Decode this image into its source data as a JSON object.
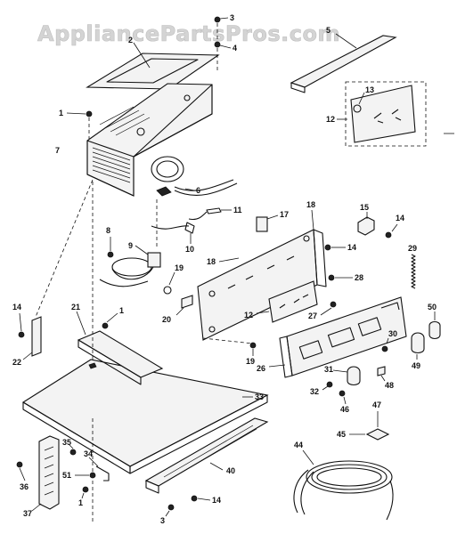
{
  "watermark": "AppliancePartsPros.com",
  "callouts": [
    {
      "id": "c-3a",
      "text": "3"
    },
    {
      "id": "c-4",
      "text": "4"
    },
    {
      "id": "c-5",
      "text": "5"
    },
    {
      "id": "c-2",
      "text": "2"
    },
    {
      "id": "c-1a",
      "text": "1"
    },
    {
      "id": "c-7",
      "text": "7"
    },
    {
      "id": "c-13",
      "text": "13"
    },
    {
      "id": "c-12a",
      "text": "12"
    },
    {
      "id": "c-6",
      "text": "6"
    },
    {
      "id": "c-11",
      "text": "11"
    },
    {
      "id": "c-17",
      "text": "17"
    },
    {
      "id": "c-15",
      "text": "15"
    },
    {
      "id": "c-14a",
      "text": "14"
    },
    {
      "id": "c-18a",
      "text": "18"
    },
    {
      "id": "c-14b",
      "text": "14"
    },
    {
      "id": "c-8",
      "text": "8"
    },
    {
      "id": "c-10",
      "text": "10"
    },
    {
      "id": "c-9",
      "text": "9"
    },
    {
      "id": "c-18b",
      "text": "18"
    },
    {
      "id": "c-29",
      "text": "29"
    },
    {
      "id": "c-19a",
      "text": "19"
    },
    {
      "id": "c-28",
      "text": "28"
    },
    {
      "id": "c-14c",
      "text": "14"
    },
    {
      "id": "c-1b",
      "text": "1"
    },
    {
      "id": "c-21",
      "text": "21"
    },
    {
      "id": "c-20",
      "text": "20"
    },
    {
      "id": "c-12b",
      "text": "12"
    },
    {
      "id": "c-27",
      "text": "27"
    },
    {
      "id": "c-50",
      "text": "50"
    },
    {
      "id": "c-30",
      "text": "30"
    },
    {
      "id": "c-19b",
      "text": "19"
    },
    {
      "id": "c-22",
      "text": "22"
    },
    {
      "id": "c-26",
      "text": "26"
    },
    {
      "id": "c-49",
      "text": "49"
    },
    {
      "id": "c-31",
      "text": "31"
    },
    {
      "id": "c-48",
      "text": "48"
    },
    {
      "id": "c-32",
      "text": "32"
    },
    {
      "id": "c-46",
      "text": "46"
    },
    {
      "id": "c-33",
      "text": "33"
    },
    {
      "id": "c-47",
      "text": "47"
    },
    {
      "id": "c-45",
      "text": "45"
    },
    {
      "id": "c-44",
      "text": "44"
    },
    {
      "id": "c-35",
      "text": "35"
    },
    {
      "id": "c-34",
      "text": "34"
    },
    {
      "id": "c-40",
      "text": "40"
    },
    {
      "id": "c-51",
      "text": "51"
    },
    {
      "id": "c-36",
      "text": "36"
    },
    {
      "id": "c-1c",
      "text": "1"
    },
    {
      "id": "c-37",
      "text": "37"
    },
    {
      "id": "c-3b",
      "text": "3"
    },
    {
      "id": "c-14d",
      "text": "14"
    }
  ]
}
